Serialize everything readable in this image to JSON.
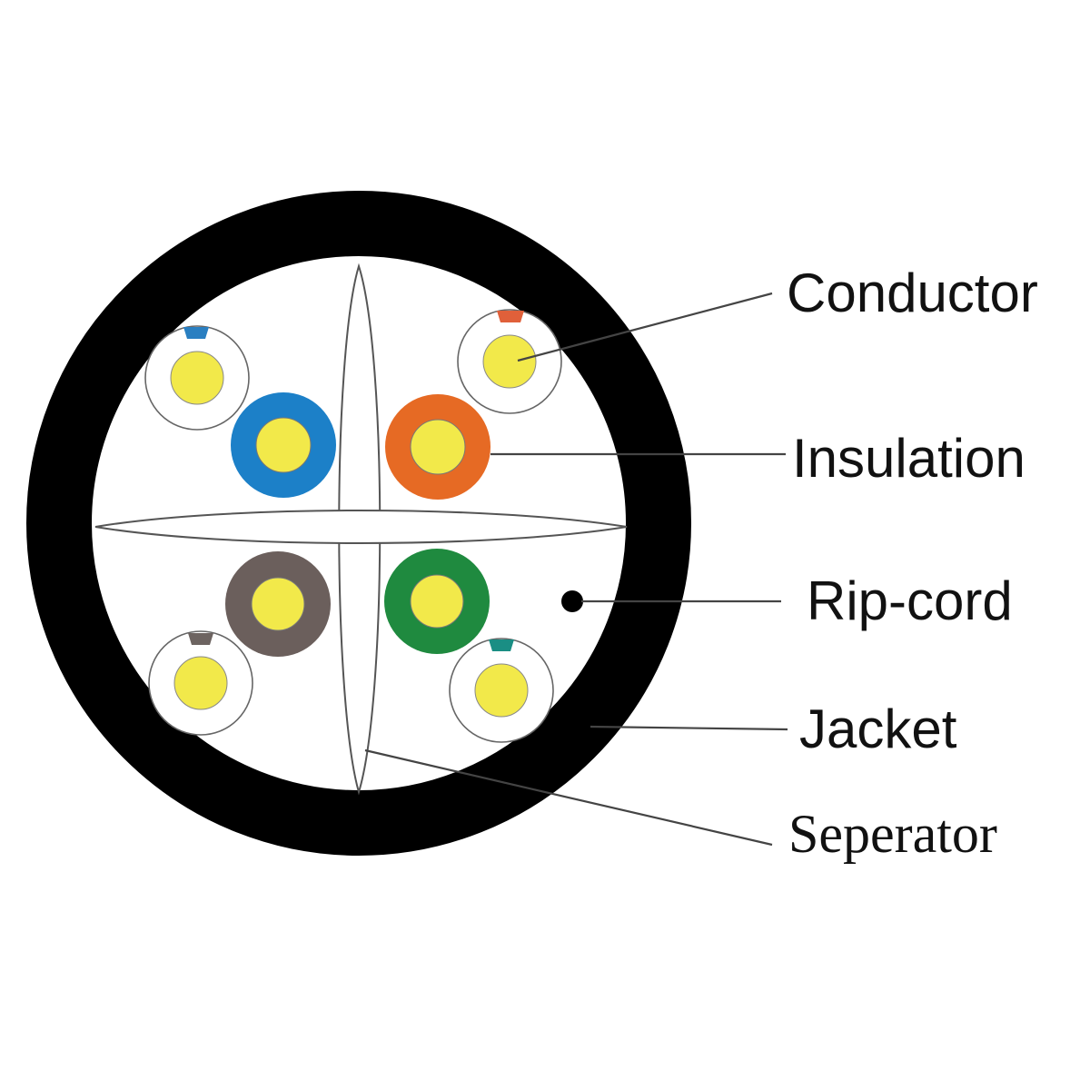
{
  "labels": {
    "conductor": "Conductor",
    "insulation": "Insulation",
    "ripcord": "Rip-cord",
    "jacket": "Jacket",
    "separator": "Seperator"
  },
  "colors": {
    "jacket": "#000000",
    "conductor": "#f2e94a",
    "blue": "#1c80c8",
    "orange": "#e66a24",
    "brown": "#6b5f5c",
    "green": "#1f8a3f",
    "stripe_blue": "#2a7fc1",
    "stripe_orange": "#e0603a",
    "stripe_brown": "#6d6461",
    "stripe_green": "#1a8e84"
  }
}
